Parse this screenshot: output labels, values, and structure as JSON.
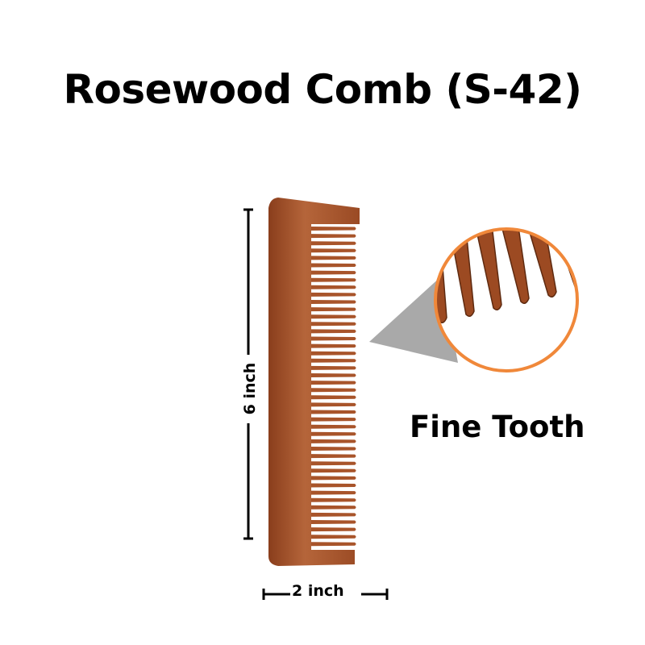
{
  "title": "Rosewood Comb (S-42)",
  "zoom_label": "Fine Tooth",
  "dimensions": {
    "height_label": "6 inch",
    "width_label": "2 inch"
  },
  "colors": {
    "wood": "#a8542a",
    "wood_dark": "#7a3516",
    "accent_ring": "#f0883a",
    "pointer": "#a9a9a9"
  }
}
